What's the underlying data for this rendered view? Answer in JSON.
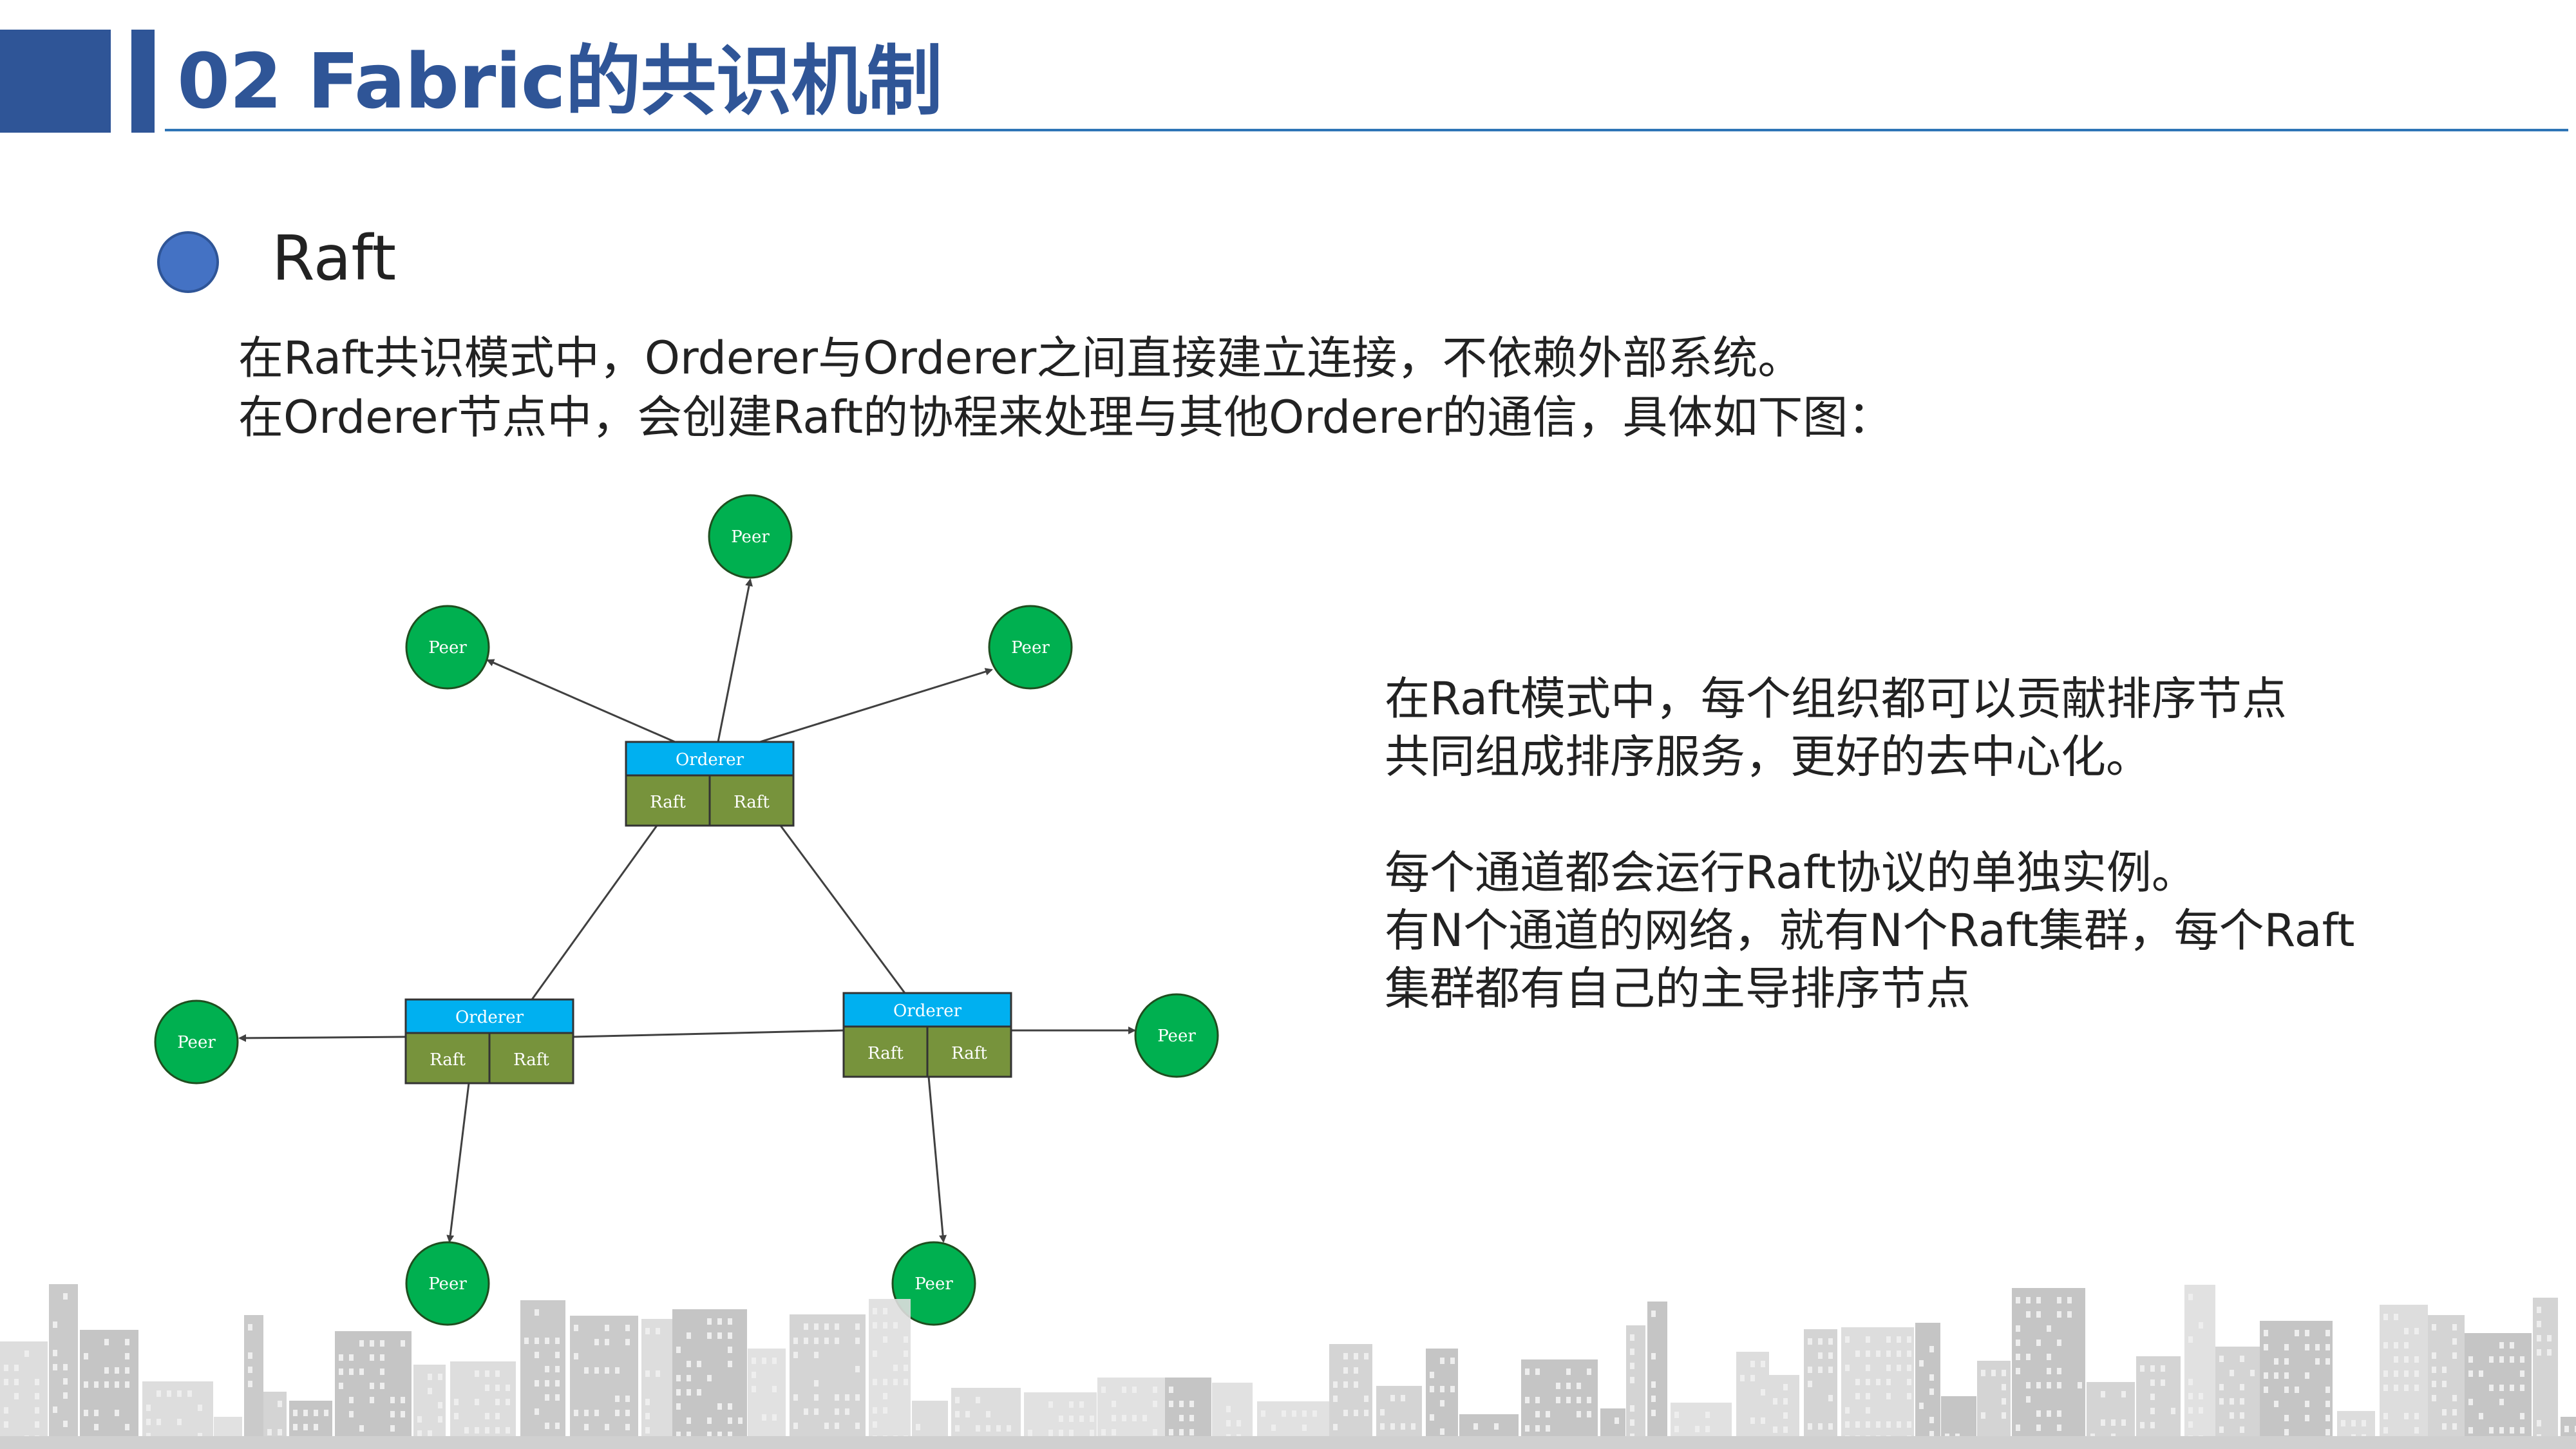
{
  "header": {
    "title": "02 Fabric的共识机制"
  },
  "section": {
    "title": "Raft"
  },
  "intro": {
    "lines": [
      "在Raft共识模式中，Orderer与Orderer之间直接建立连接，不依赖外部系统。",
      "在Orderer节点中，会创建Raft的协程来处理与其他Orderer的通信，具体如下图："
    ]
  },
  "side_text": {
    "paragraph1": [
      "在Raft模式中，每个组织都可以贡献排序节点",
      "共同组成排序服务，更好的去中心化。"
    ],
    "paragraph2": [
      "每个通道都会运行Raft协议的单独实例。",
      "有N个通道的网络，就有N个Raft集群，每个Raft",
      "集群都有自己的主导排序节点"
    ]
  },
  "diagram": {
    "orderers": [
      {
        "id": "orderer-top",
        "label": "Orderer",
        "raft_labels": [
          "Raft",
          "Raft"
        ]
      },
      {
        "id": "orderer-left",
        "label": "Orderer",
        "raft_labels": [
          "Raft",
          "Raft"
        ]
      },
      {
        "id": "orderer-right",
        "label": "Orderer",
        "raft_labels": [
          "Raft",
          "Raft"
        ]
      }
    ],
    "peers": [
      {
        "id": "peer-top",
        "label": "Peer"
      },
      {
        "id": "peer-top-left",
        "label": "Peer"
      },
      {
        "id": "peer-top-right",
        "label": "Peer"
      },
      {
        "id": "peer-far-left",
        "label": "Peer"
      },
      {
        "id": "peer-far-right",
        "label": "Peer"
      },
      {
        "id": "peer-bottom-left",
        "label": "Peer"
      },
      {
        "id": "peer-bottom-right",
        "label": "Peer"
      }
    ],
    "colors": {
      "orderer_header": "#00b0f0",
      "raft_cell": "#77933c",
      "peer": "#00b050",
      "edge": "#404040"
    }
  }
}
